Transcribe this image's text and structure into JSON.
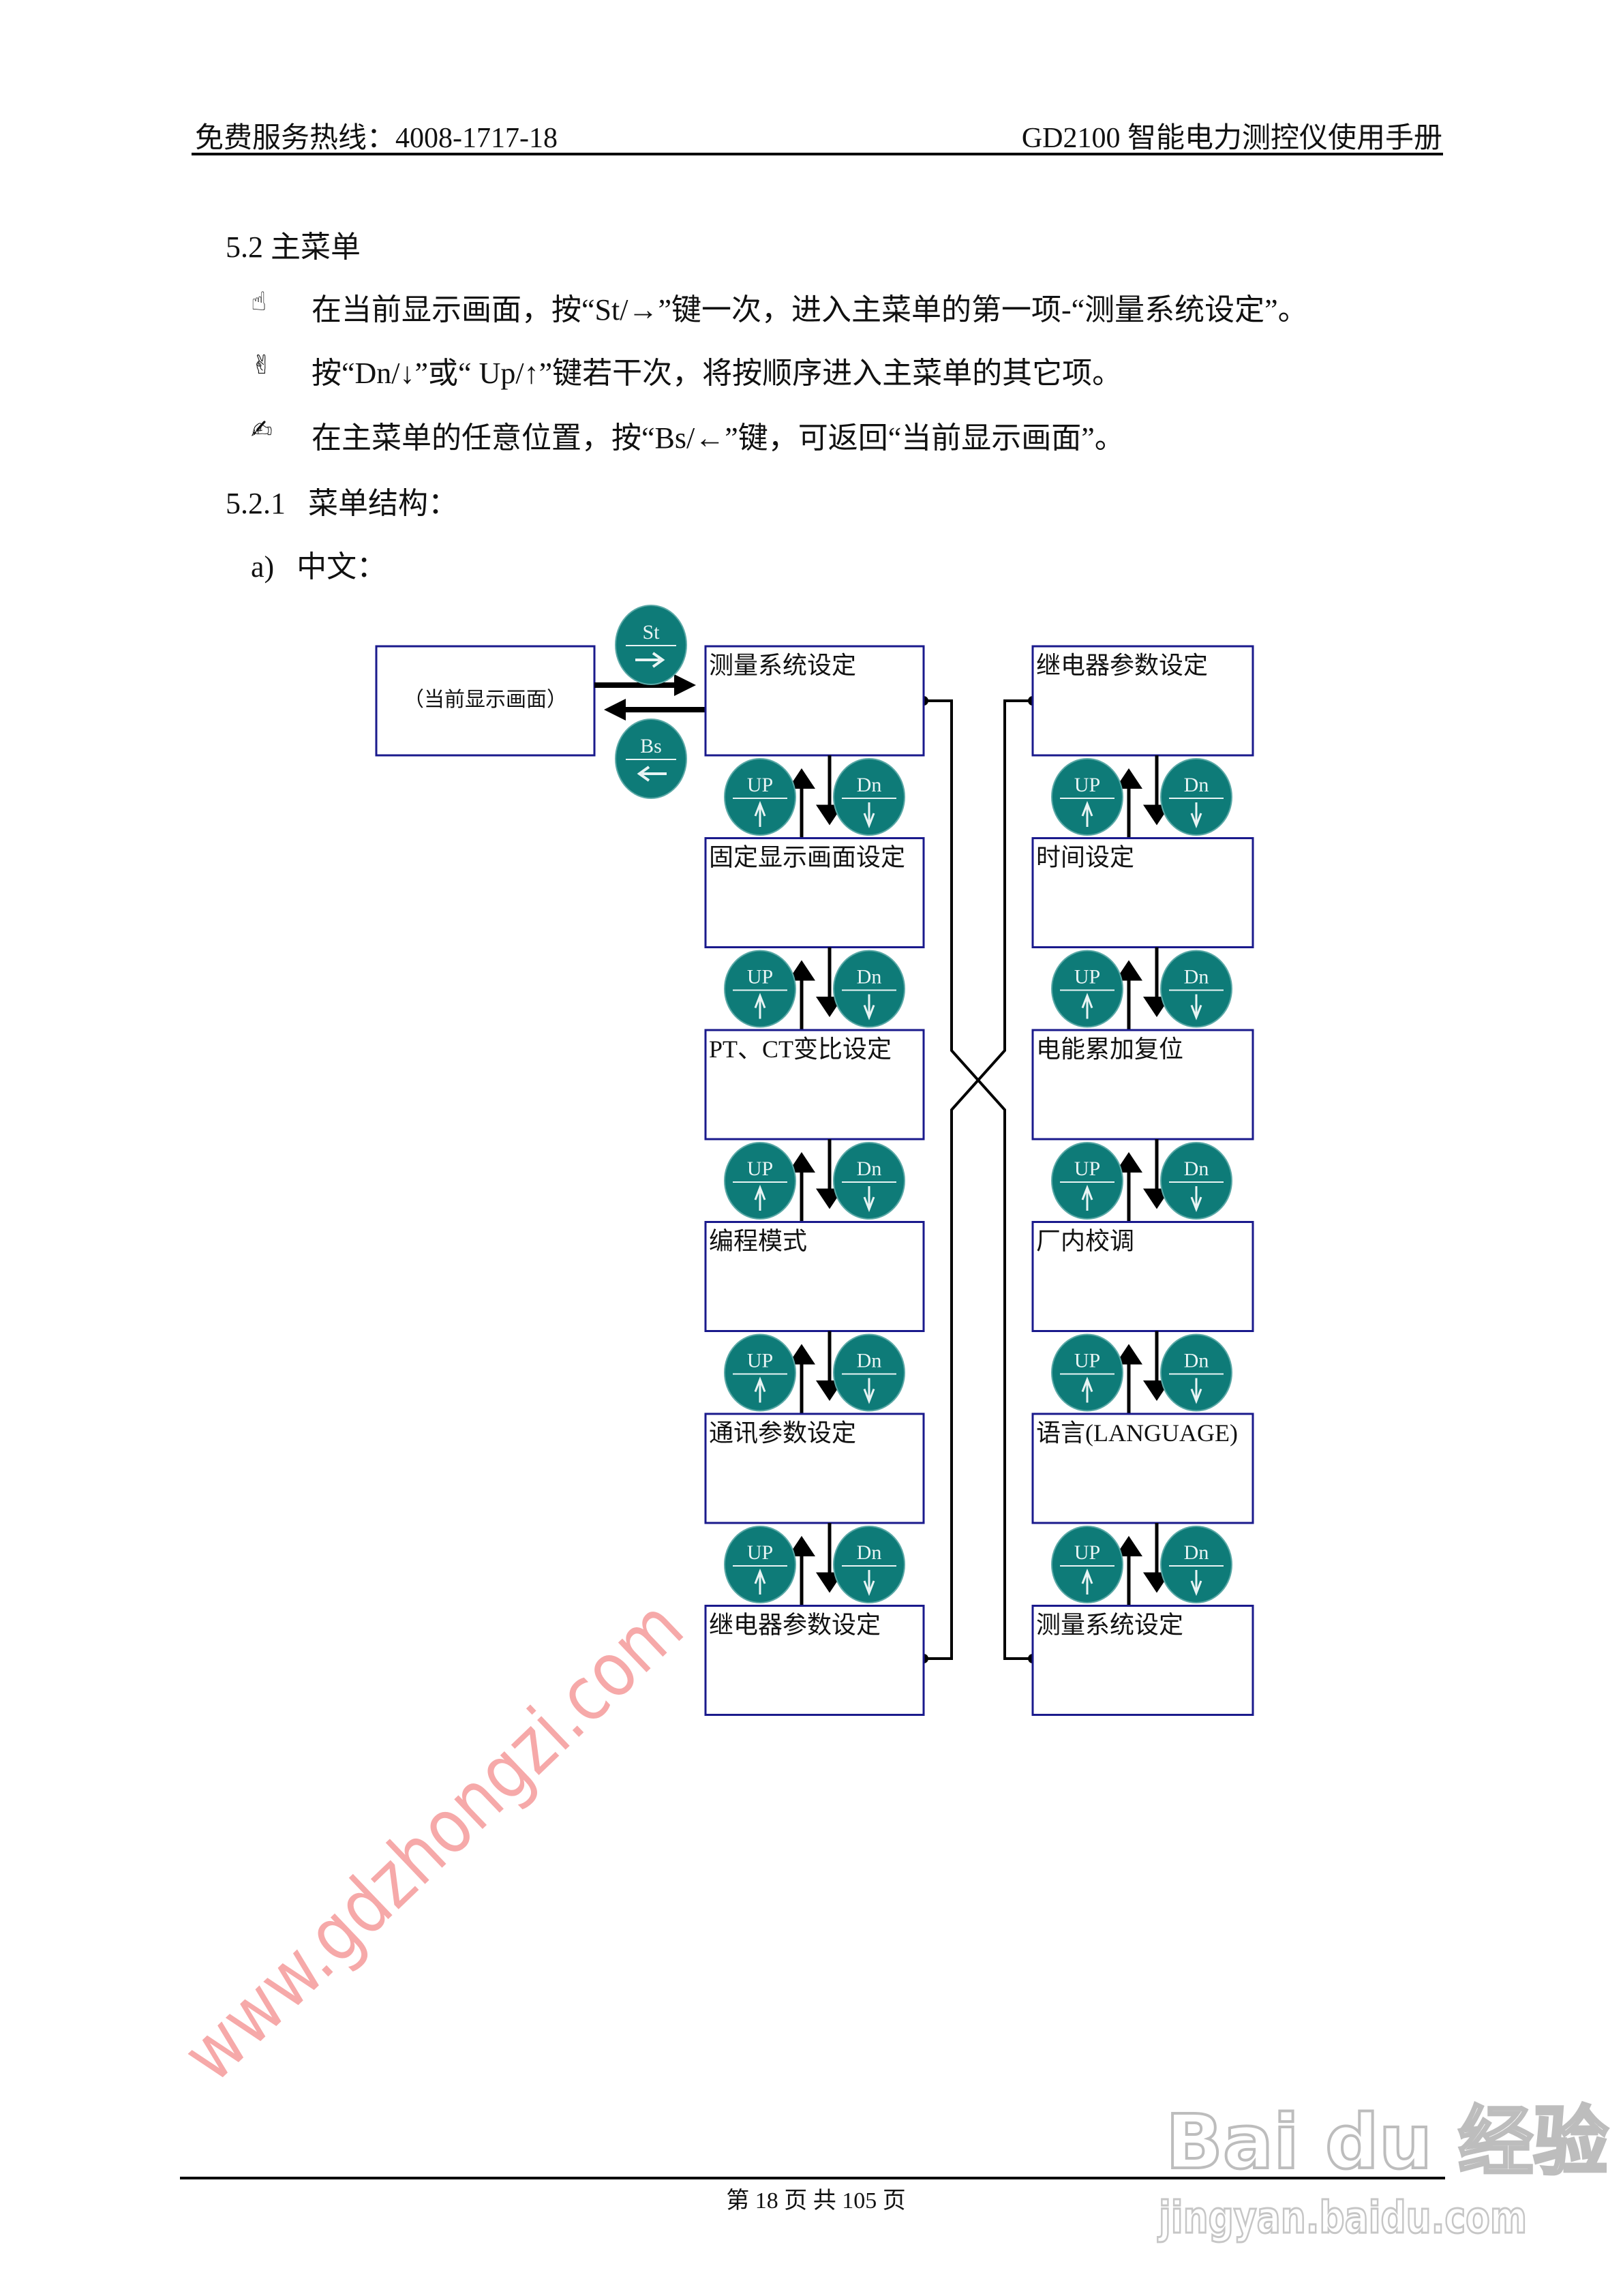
{
  "header": {
    "hotline": "免费服务热线：4008-1717-18",
    "manual_title": "GD2100 智能电力测控仪使用手册"
  },
  "section": {
    "title": "5.2 主菜单",
    "bullets": [
      {
        "icon": "pointing-hand-icon",
        "glyph": "☝",
        "text": "在当前显示画面，按“St/→”键一次，进入主菜单的第一项-“测量系统设定”。"
      },
      {
        "icon": "victory-hand-icon",
        "glyph": "✌",
        "text": "按“Dn/↓”或“ Up/↑”键若干次，将按顺序进入主菜单的其它项。"
      },
      {
        "icon": "writing-hand-icon",
        "glyph": "✍",
        "text": "在主菜单的任意位置，按“Bs/←”键，可返回“当前显示画面”。"
      }
    ],
    "subsection_title": "5.2.1   菜单结构：",
    "item_label": "a)   中文："
  },
  "diagram": {
    "current_display": "（当前显示画面）",
    "st_key": "St",
    "bs_key": "Bs",
    "up_key": "UP",
    "dn_key": "Dn",
    "key_color": "#0e7b78",
    "box_border_color": "#1a1a8c",
    "left_column": [
      "测量系统设定",
      "固定显示画面设定",
      "PT、CT变比设定",
      "编程模式",
      "通讯参数设定",
      "继电器参数设定"
    ],
    "right_column": [
      "继电器参数设定",
      "时间设定",
      "电能累加复位",
      "厂内校调",
      "语言(LANGUAGE)",
      "测量系统设定"
    ]
  },
  "watermark": {
    "text": "www.gdzhongzi.com",
    "color": "#f59a9a"
  },
  "logo": {
    "brand": "Bai du 经验",
    "url": "jingyan.baidu.com"
  },
  "footer": {
    "page_info": "第 18 页 共 105 页"
  }
}
